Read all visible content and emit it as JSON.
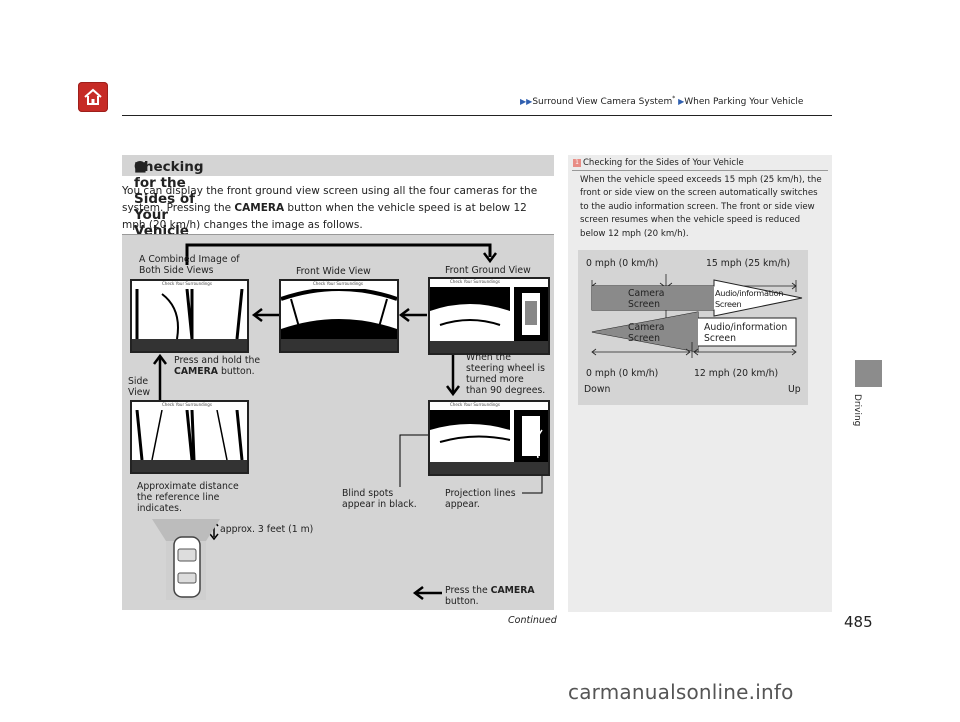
{
  "header": {
    "breadcrumb_1": "Surround View Camera System",
    "breadcrumb_star": "*",
    "breadcrumb_2": "When Parking Your Vehicle"
  },
  "side_tab": {
    "label": "Driving"
  },
  "section": {
    "title": "Checking for the Sides of Your Vehicle",
    "body_1": "You can display the front ground view screen using all the four cameras for the system. Pressing the ",
    "body_bold": "CAMERA",
    "body_2": " button when the vehicle speed is at below 12 mph (20 km/h) changes the image as follows."
  },
  "diagram": {
    "combined_label_1": "A Combined Image of",
    "combined_label_2": "Both Side Views",
    "front_wide_label": "Front Wide View",
    "front_ground_label": "Front Ground View",
    "side_view_label_1": "Side",
    "side_view_label_2": "View",
    "press_hold_1": "Press and hold the",
    "press_hold_bold": "CAMERA",
    "press_hold_2": " button.",
    "steering_1": "When the",
    "steering_2": "steering wheel is",
    "steering_3": "turned more",
    "steering_4": "than 90 degrees.",
    "approx_1": "Approximate distance",
    "approx_2": "the reference line",
    "approx_3": "indicates.",
    "blind_1": "Blind spots",
    "blind_2": "appear in black.",
    "projection_1": "Projection lines",
    "projection_2": "appear.",
    "distance_label": "approx. 3 feet (1 m)",
    "press_camera_1": "Press the ",
    "press_camera_bold": "CAMERA",
    "press_camera_2": "button.",
    "screen_caption": "Check Your Surroundings"
  },
  "note": {
    "number": "1",
    "title": "Checking for the Sides of Your Vehicle",
    "text": "When the vehicle speed exceeds 15 mph (25 km/h), the front or side view on the screen automatically switches to the audio information screen. The front or side view screen resumes when the vehicle speed is reduced below 12 mph (20 km/h)."
  },
  "speed_chart": {
    "top_left": "0 mph (0 km/h)",
    "top_right": "15 mph (25 km/h)",
    "upper_camera_1": "Camera",
    "upper_camera_2": "Screen",
    "upper_audio_1": "Audio/information",
    "upper_audio_2": "Screen",
    "lower_camera_1": "Camera",
    "lower_camera_2": "Screen",
    "lower_audio_1": "Audio/information",
    "lower_audio_2": "Screen",
    "bottom_left": "0 mph (0 km/h)",
    "bottom_mid": "12 mph (20 km/h)",
    "down": "Down",
    "up": "Up"
  },
  "footer": {
    "continued": "Continued",
    "page_number": "485",
    "watermark": "carmanualsonline.info"
  },
  "colors": {
    "home_red": "#c62b26",
    "panel_gray": "#d4d4d4",
    "arrow_dark": "#8a8a8a"
  }
}
